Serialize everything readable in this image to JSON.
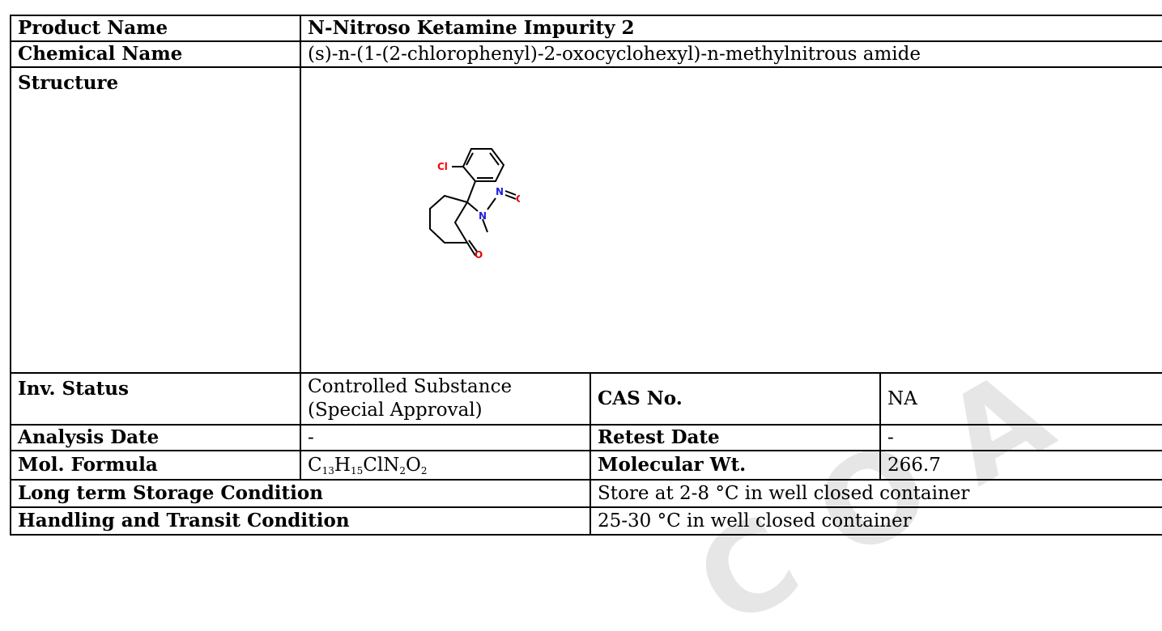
{
  "rows": {
    "product_name": {
      "label": "Product Name",
      "value": "N-Nitroso Ketamine Impurity 2"
    },
    "chemical_name": {
      "label": "Chemical Name",
      "value": "(s)-n-(1-(2-chlorophenyl)-2-oxocyclohexyl)-n-methylnitrous amide"
    },
    "structure": {
      "label": "Structure",
      "atoms": {
        "cl": "Cl",
        "n1": "N",
        "n2": "N",
        "o1": "O",
        "o2": "O"
      }
    },
    "inv_status": {
      "label": "Inv. Status",
      "value_line1": "Controlled Substance",
      "value_line2": "(Special Approval)",
      "cas_label": "CAS No.",
      "cas_value": "NA"
    },
    "analysis_date": {
      "label": "Analysis Date",
      "value": "-",
      "retest_label": "Retest Date",
      "retest_value": "-"
    },
    "mol_formula": {
      "label": "Mol. Formula",
      "parts": [
        "C",
        "13",
        "H",
        "15",
        "ClN",
        "2",
        "O",
        "2"
      ],
      "mw_label": "Molecular Wt.",
      "mw_value": "266.7"
    },
    "long_term_storage": {
      "label": "Long term Storage Condition",
      "value": "Store at 2-8 °C in well closed container"
    },
    "handling": {
      "label": "Handling and Transit Condition",
      "value": "25-30 °C in well closed container"
    }
  },
  "watermark": "COA",
  "colors": {
    "chlorine": "#ff0000",
    "nitrogen": "#1f1fe0",
    "oxygen": "#e00000",
    "watermark": "#e6e6e6"
  }
}
